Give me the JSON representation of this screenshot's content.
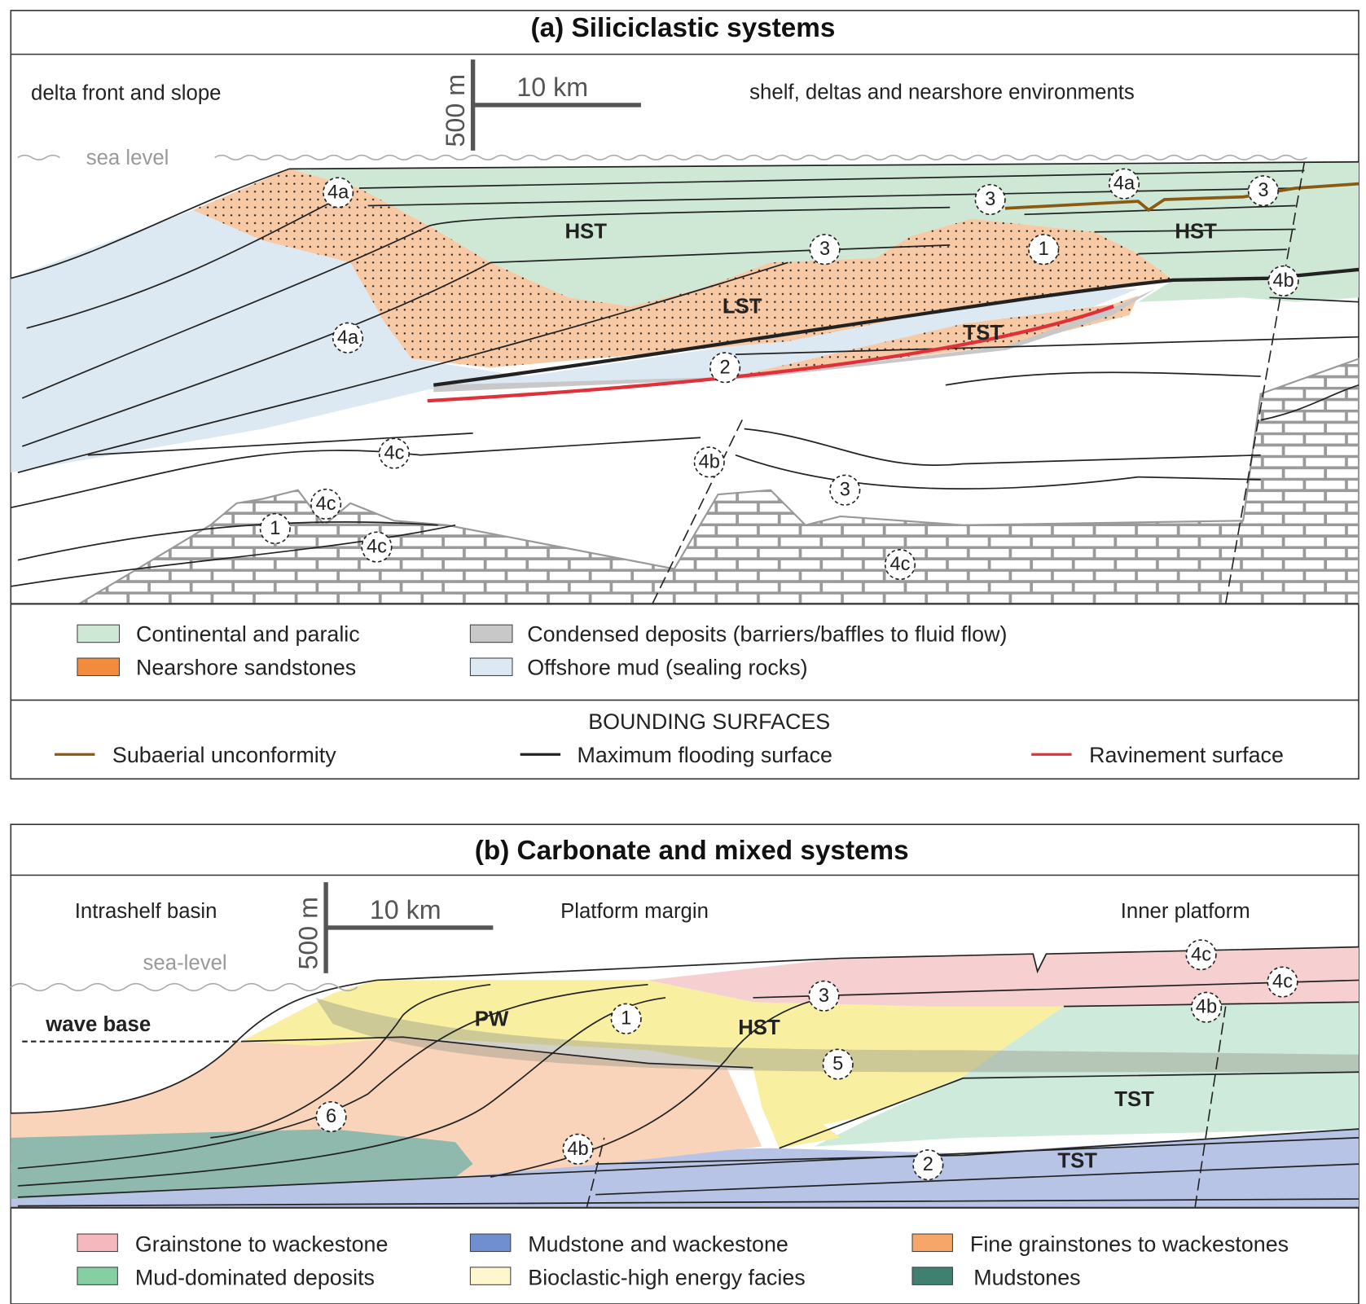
{
  "panel_a": {
    "title": "(a) Siliciclastic systems",
    "left_label": "delta front and slope",
    "right_label": "shelf, deltas and nearshore environments",
    "scale_vertical": "500 m",
    "scale_horizontal": "10 km",
    "sea_level": "sea level",
    "sequences": [
      "HST",
      "HST",
      "LST",
      "TST"
    ],
    "markers": [
      "4a",
      "4a",
      "3",
      "3",
      "4a",
      "3",
      "1",
      "4b",
      "2",
      "4c",
      "4b",
      "3",
      "4c",
      "1",
      "4c",
      "4c"
    ],
    "legend": [
      {
        "label": "Continental and paralic",
        "color": "#cfe8d6"
      },
      {
        "label": "Nearshore sandstones",
        "color": "#f28c3c"
      },
      {
        "label": "Condensed deposits (barriers/baffles to fluid flow)",
        "color": "#c8c8c8"
      },
      {
        "label": "Offshore mud (sealing rocks)",
        "color": "#dde9f2"
      }
    ],
    "bounding_title": "BOUNDING SURFACES",
    "bounding": [
      {
        "label": "Subaerial unconformity",
        "color": "#8a5a12"
      },
      {
        "label": "Maximum flooding surface",
        "color": "#222222"
      },
      {
        "label": "Ravinement surface",
        "color": "#e0303a"
      }
    ]
  },
  "panel_b": {
    "title": "(b) Carbonate and mixed systems",
    "left_label": "Intrashelf basin",
    "mid_label": "Platform margin",
    "right_label": "Inner platform",
    "scale_vertical": "500 m",
    "scale_horizontal": "10 km",
    "sea_level": "sea-level",
    "wave_base": "wave base",
    "sequences": [
      "PW",
      "HST",
      "TST",
      "TST"
    ],
    "markers": [
      "4c",
      "4c",
      "3",
      "4b",
      "1",
      "5",
      "6",
      "4b",
      "2"
    ],
    "legend": [
      {
        "label": "Grainstone to wackestone",
        "color": "#f4b8bd"
      },
      {
        "label": "Mud-dominated deposits",
        "color": "#86cfa3"
      },
      {
        "label": "Mudstone and wackestone",
        "color": "#6f8fd0"
      },
      {
        "label": "Bioclastic-high energy facies",
        "color": "#fdf6cf"
      },
      {
        "label": "Fine grainstones to wackestones",
        "color": "#f7a66a"
      },
      {
        "label": "Mudstones",
        "color": "#3f8070"
      }
    ]
  }
}
